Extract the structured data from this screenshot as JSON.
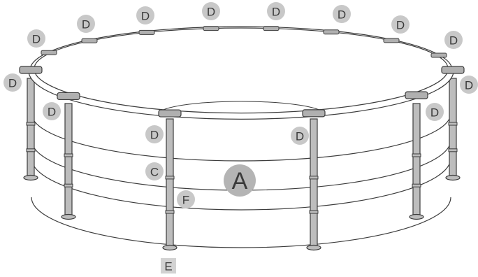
{
  "diagram": {
    "labels": {
      "pool_liner": "A",
      "vertical_leg": "C",
      "top_rail_connector": "D",
      "leg_base": "E",
      "leg_sleeve": "F"
    },
    "colors": {
      "outline": "#3c3c3c",
      "leg_fill": "#bdbdbd",
      "connector_fill": "#b0b0b0",
      "wall_fill": "#ffffff",
      "callout_fill": "#c8c8c8",
      "callout_text": "#3a3a3a"
    },
    "callouts": [
      {
        "id": "A",
        "text": "A",
        "shape": "circle-large"
      },
      {
        "id": "C",
        "text": "C",
        "shape": "circle"
      },
      {
        "id": "F",
        "text": "F",
        "shape": "circle"
      },
      {
        "id": "E",
        "text": "E",
        "shape": "square"
      },
      {
        "id": "D1",
        "text": "D",
        "shape": "circle"
      },
      {
        "id": "D2",
        "text": "D",
        "shape": "circle"
      },
      {
        "id": "D3",
        "text": "D",
        "shape": "circle"
      },
      {
        "id": "D4",
        "text": "D",
        "shape": "circle"
      },
      {
        "id": "D5",
        "text": "D",
        "shape": "circle"
      },
      {
        "id": "D6",
        "text": "D",
        "shape": "circle"
      },
      {
        "id": "D7",
        "text": "D",
        "shape": "circle"
      },
      {
        "id": "D8",
        "text": "D",
        "shape": "circle"
      },
      {
        "id": "D9",
        "text": "D",
        "shape": "circle"
      },
      {
        "id": "D10",
        "text": "D",
        "shape": "circle"
      },
      {
        "id": "D11",
        "text": "D",
        "shape": "circle"
      },
      {
        "id": "D12",
        "text": "D",
        "shape": "circle"
      },
      {
        "id": "D13",
        "text": "D",
        "shape": "circle"
      },
      {
        "id": "D14",
        "text": "D",
        "shape": "circle"
      }
    ]
  }
}
